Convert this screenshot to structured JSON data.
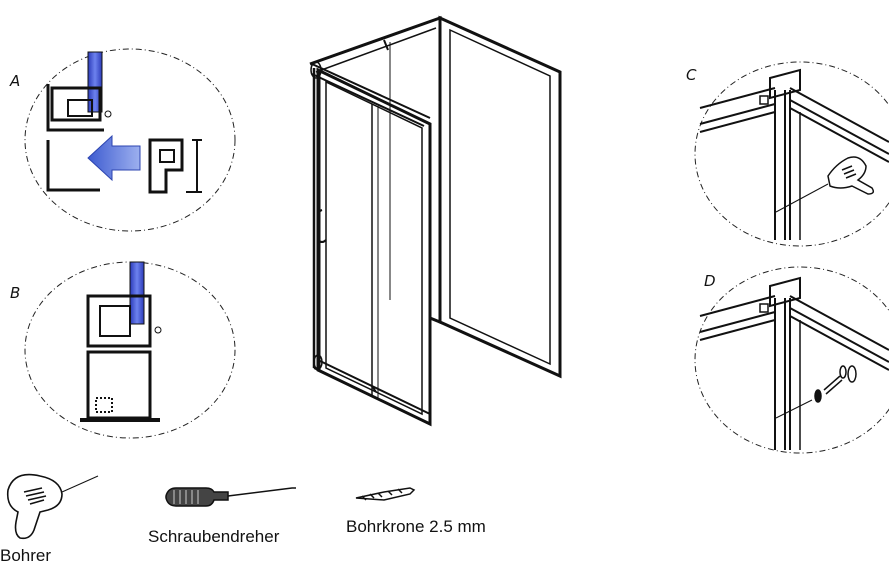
{
  "detail_labels": {
    "a": "A",
    "b": "B",
    "c": "C",
    "d": "D"
  },
  "tools": {
    "drill": "Bohrer",
    "screwdriver": "Schraubendreher",
    "drill_bit": "Bohrkrone 2.5 mm"
  },
  "colors": {
    "line": "#111111",
    "profile_blue": "#3f4fcf",
    "arrow_blue": "#5b78d8"
  },
  "icons": {
    "drill": "drill-icon",
    "screwdriver": "screwdriver-icon",
    "drill_bit": "drill-bit-icon"
  }
}
